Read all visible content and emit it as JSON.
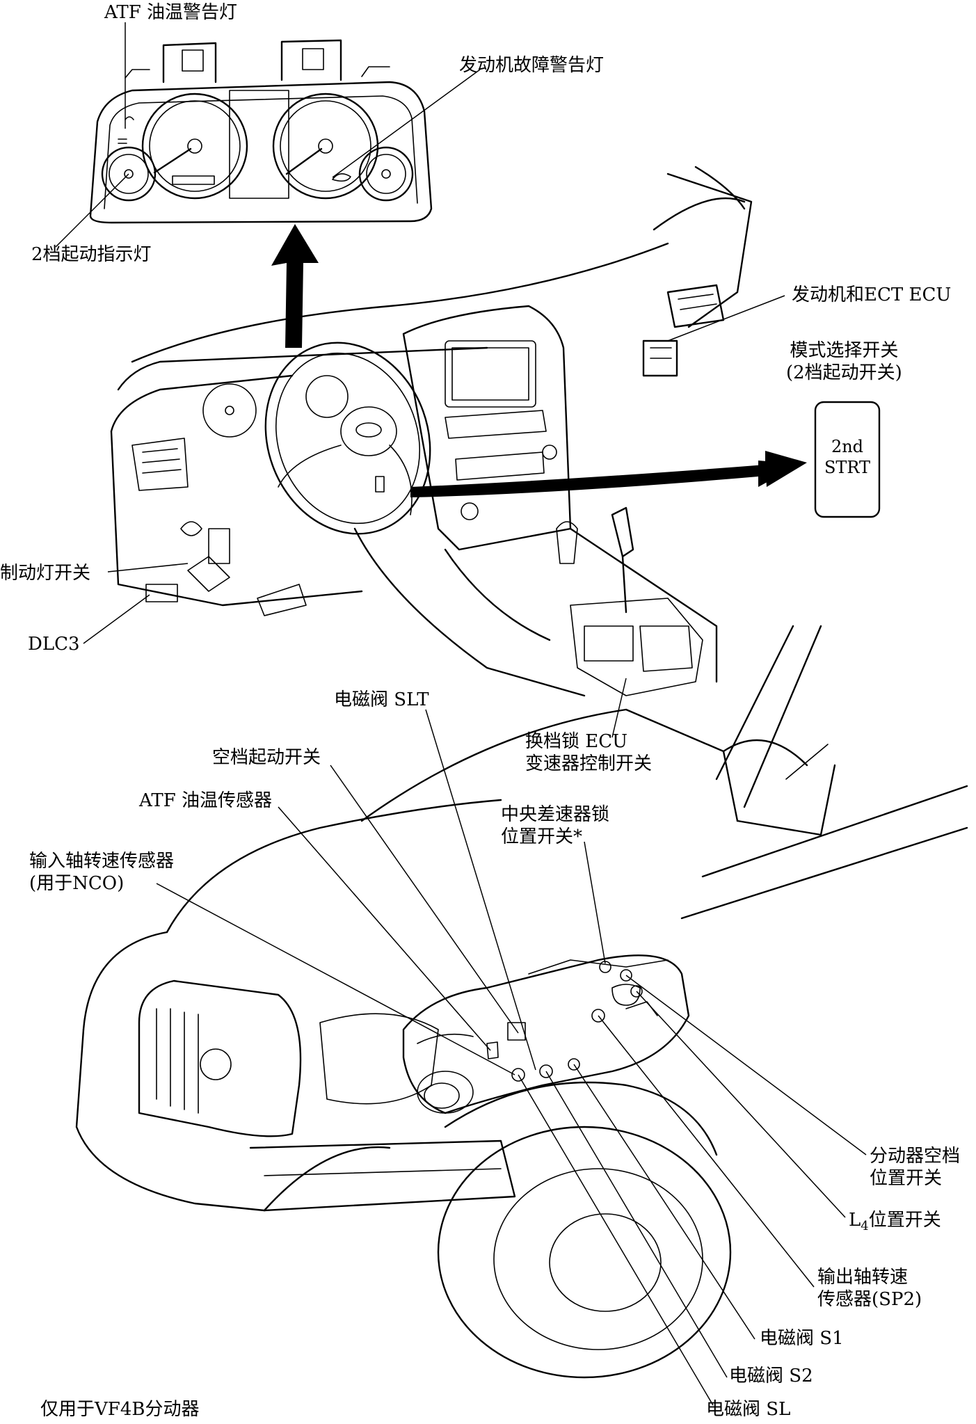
{
  "labels": {
    "atf_temp_warning_light": "ATF 油温警告灯",
    "engine_fault_warning_light": "发动机故障警告灯",
    "second_start_indicator": "2档起动指示灯",
    "engine_ect_ecu": "发动机和ECT  ECU",
    "mode_select_switch_line1": "模式选择开关",
    "mode_select_switch_line2": "(2档起动开关)",
    "brake_light_switch": "制动灯开关",
    "dlc3": "DLC3",
    "solenoid_slt": "电磁阀 SLT",
    "shift_lock_ecu": "换档锁 ECU",
    "transmission_control_switch": "变速器控制开关",
    "neutral_start_switch": "空档起动开关",
    "atf_temp_sensor": "ATF 油温传感器",
    "center_diff_lock_line1": "中央差速器锁",
    "center_diff_lock_line2": "位置开关*",
    "input_shaft_sensor_line1": "输入轴转速传感器",
    "input_shaft_sensor_line2": "(用于NCO)",
    "transfer_neutral_line1": "分动器空档",
    "transfer_neutral_line2": "位置开关",
    "l4_switch_main": "L",
    "l4_switch_sub": "4",
    "l4_switch_rest": "位置开关",
    "output_shaft_sensor_line1": "输出轴转速",
    "output_shaft_sensor_line2": "传感器(SP2)",
    "solenoid_s1": "电磁阀 S1",
    "solenoid_s2": "电磁阀 S2",
    "solenoid_sl": "电磁阀 SL",
    "footnote": "仅用于VF4B分动器"
  },
  "button_box": {
    "line1": "2nd",
    "line2": "STRT"
  }
}
